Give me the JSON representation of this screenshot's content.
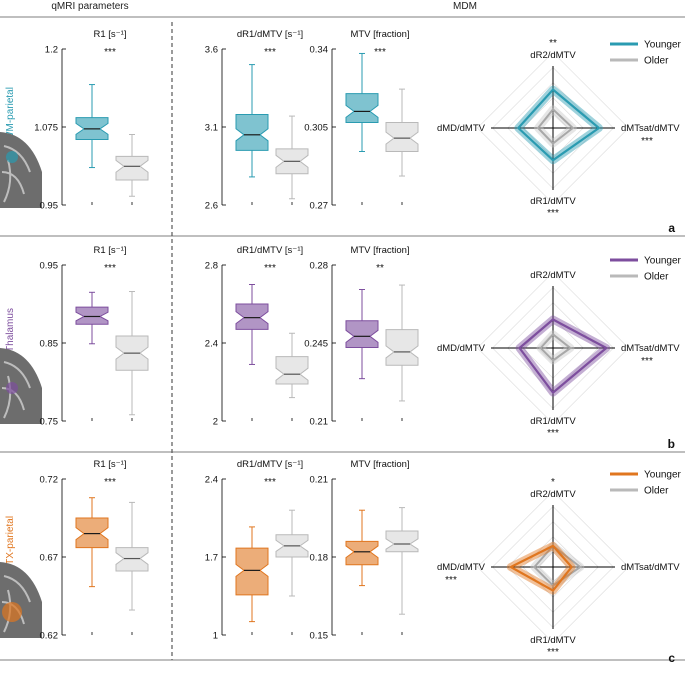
{
  "header": {
    "left": "qMRI parameters",
    "right": "MDM"
  },
  "legend": {
    "younger": "Younger",
    "older": "Older"
  },
  "colors": {
    "WM-parietal": "#2a9bb1",
    "Thalamus": "#7d4e9e",
    "CTX-parietal": "#e0761f",
    "older": "#b9b9b9",
    "axis": "#000000"
  },
  "chart_data": [
    {
      "type": "boxplot+radar",
      "region": "WM-parietal",
      "panel_letter": "a",
      "boxplots": [
        {
          "title": "R1 [s⁻¹]",
          "sig": "***",
          "ylim": [
            0.95,
            1.2
          ],
          "ticks": [
            "0.95",
            "1.075",
            "1.2"
          ],
          "younger": {
            "whisker_low": 1.01,
            "q1": 1.055,
            "median": 1.072,
            "q3": 1.09,
            "whisker_high": 1.143
          },
          "older": {
            "whisker_low": 0.964,
            "q1": 0.99,
            "median": 1.012,
            "q3": 1.028,
            "whisker_high": 1.063
          }
        },
        {
          "title": "dR1/dMTV [s⁻¹]",
          "sig": "***",
          "ylim": [
            2.6,
            3.6
          ],
          "ticks": [
            "2.6",
            "3.1",
            "3.6"
          ],
          "younger": {
            "whisker_low": 2.78,
            "q1": 2.95,
            "median": 3.05,
            "q3": 3.18,
            "whisker_high": 3.5
          },
          "older": {
            "whisker_low": 2.64,
            "q1": 2.8,
            "median": 2.88,
            "q3": 2.96,
            "whisker_high": 3.17
          }
        },
        {
          "title": "MTV [fraction]",
          "sig": "***",
          "ylim": [
            0.27,
            0.34
          ],
          "ticks": [
            "0.27",
            "0.305",
            "0.34"
          ],
          "younger": {
            "whisker_low": 0.294,
            "q1": 0.307,
            "median": 0.312,
            "q3": 0.32,
            "whisker_high": 0.338
          },
          "older": {
            "whisker_low": 0.283,
            "q1": 0.294,
            "median": 0.3,
            "q3": 0.307,
            "whisker_high": 0.322
          }
        }
      ],
      "radar": {
        "axes": [
          {
            "label": "dR2/dMTV",
            "sig": "**"
          },
          {
            "label": "dMTsat/dMTV",
            "sig": "***"
          },
          {
            "label": "dR1/dMTV",
            "sig": "***"
          },
          {
            "label": "dMD/dMTV",
            "sig": ""
          }
        ],
        "younger": [
          0.62,
          0.74,
          0.52,
          0.56
        ],
        "older": [
          0.3,
          0.32,
          0.25,
          0.24
        ]
      }
    },
    {
      "type": "boxplot+radar",
      "region": "Thalamus",
      "panel_letter": "b",
      "boxplots": [
        {
          "title": "R1 [s⁻¹]",
          "sig": "***",
          "ylim": [
            0.75,
            0.95
          ],
          "ticks": [
            "0.75",
            "0.85",
            "0.95"
          ],
          "younger": {
            "whisker_low": 0.849,
            "q1": 0.874,
            "median": 0.884,
            "q3": 0.896,
            "whisker_high": 0.915
          },
          "older": {
            "whisker_low": 0.758,
            "q1": 0.815,
            "median": 0.837,
            "q3": 0.859,
            "whisker_high": 0.916
          }
        },
        {
          "title": "dR1/dMTV [s⁻¹]",
          "sig": "***",
          "ylim": [
            2.0,
            2.8
          ],
          "ticks": [
            "2",
            "2.4",
            "2.8"
          ],
          "younger": {
            "whisker_low": 2.29,
            "q1": 2.47,
            "median": 2.53,
            "q3": 2.6,
            "whisker_high": 2.7
          },
          "older": {
            "whisker_low": 2.12,
            "q1": 2.19,
            "median": 2.24,
            "q3": 2.33,
            "whisker_high": 2.45
          }
        },
        {
          "title": "MTV [fraction]",
          "sig": "**",
          "ylim": [
            0.21,
            0.28
          ],
          "ticks": [
            "0.21",
            "0.245",
            "0.28"
          ],
          "younger": {
            "whisker_low": 0.229,
            "q1": 0.243,
            "median": 0.248,
            "q3": 0.255,
            "whisker_high": 0.269
          },
          "older": {
            "whisker_low": 0.219,
            "q1": 0.235,
            "median": 0.241,
            "q3": 0.251,
            "whisker_high": 0.271
          }
        }
      ],
      "radar": {
        "axes": [
          {
            "label": "dR2/dMTV",
            "sig": ""
          },
          {
            "label": "dMTsat/dMTV",
            "sig": "***"
          },
          {
            "label": "dR1/dMTV",
            "sig": "***"
          },
          {
            "label": "dMD/dMTV",
            "sig": ""
          }
        ],
        "younger": [
          0.46,
          0.86,
          0.72,
          0.54
        ],
        "older": [
          0.22,
          0.28,
          0.2,
          0.2
        ]
      }
    },
    {
      "type": "boxplot+radar",
      "region": "CTX-parietal",
      "panel_letter": "c",
      "boxplots": [
        {
          "title": "R1 [s⁻¹]",
          "sig": "***",
          "ylim": [
            0.62,
            0.72
          ],
          "ticks": [
            "0.62",
            "0.67",
            "0.72"
          ],
          "younger": {
            "whisker_low": 0.651,
            "q1": 0.676,
            "median": 0.685,
            "q3": 0.695,
            "whisker_high": 0.708
          },
          "older": {
            "whisker_low": 0.636,
            "q1": 0.661,
            "median": 0.669,
            "q3": 0.676,
            "whisker_high": 0.705
          }
        },
        {
          "title": "dR1/dMTV [s⁻¹]",
          "sig": "***",
          "ylim": [
            1.0,
            2.4
          ],
          "ticks": [
            "1",
            "1.7",
            "2.4"
          ],
          "younger": {
            "whisker_low": 1.12,
            "q1": 1.36,
            "median": 1.58,
            "q3": 1.78,
            "whisker_high": 1.97
          },
          "older": {
            "whisker_low": 1.35,
            "q1": 1.7,
            "median": 1.8,
            "q3": 1.9,
            "whisker_high": 2.12
          }
        },
        {
          "title": "MTV [fraction]",
          "sig": "",
          "ylim": [
            0.15,
            0.21
          ],
          "ticks": [
            "0.15",
            "0.18",
            "0.21"
          ],
          "younger": {
            "whisker_low": 0.169,
            "q1": 0.177,
            "median": 0.182,
            "q3": 0.186,
            "whisker_high": 0.198
          },
          "older": {
            "whisker_low": 0.158,
            "q1": 0.182,
            "median": 0.185,
            "q3": 0.19,
            "whisker_high": 0.199
          }
        }
      ],
      "radar": {
        "axes": [
          {
            "label": "dR2/dMTV",
            "sig": "*"
          },
          {
            "label": "dMTsat/dMTV",
            "sig": ""
          },
          {
            "label": "dR1/dMTV",
            "sig": "***"
          },
          {
            "label": "dMD/dMTV",
            "sig": "***"
          }
        ],
        "younger": [
          0.34,
          0.3,
          0.38,
          0.68
        ],
        "older": [
          0.34,
          0.44,
          0.3,
          0.3
        ]
      }
    }
  ]
}
